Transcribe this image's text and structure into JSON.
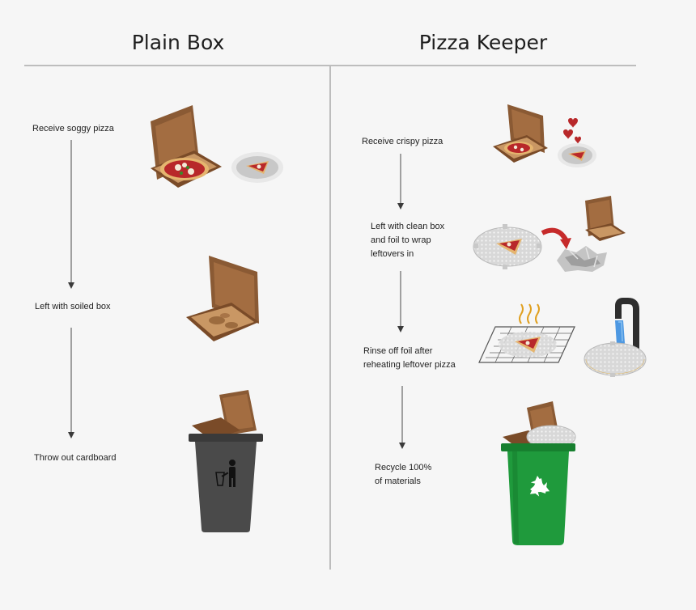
{
  "plain_box": {
    "title": "Plain Box",
    "steps": [
      {
        "text": "Receive soggy pizza"
      },
      {
        "text": "Left with soiled box"
      },
      {
        "text": "Throw out cardboard"
      }
    ]
  },
  "pizza_keeper": {
    "title": "Pizza Keeper",
    "steps": [
      {
        "line1": "Receive crispy pizza"
      },
      {
        "line1": "Left with clean box",
        "line2": "and foil to wrap",
        "line3": "leftovers in"
      },
      {
        "line1": "Rinse off foil after",
        "line2": "reheating leftover pizza"
      },
      {
        "line1": "Recycle 100%",
        "line2": "of materials"
      }
    ]
  },
  "colors": {
    "box_brown": "#8a5a34",
    "box_dark": "#5e3a1e",
    "pizza_red": "#b8282a",
    "trash_gray": "#4a4a4a",
    "recycle_green": "#1f9a3c",
    "water_blue": "#3b8ee0"
  }
}
